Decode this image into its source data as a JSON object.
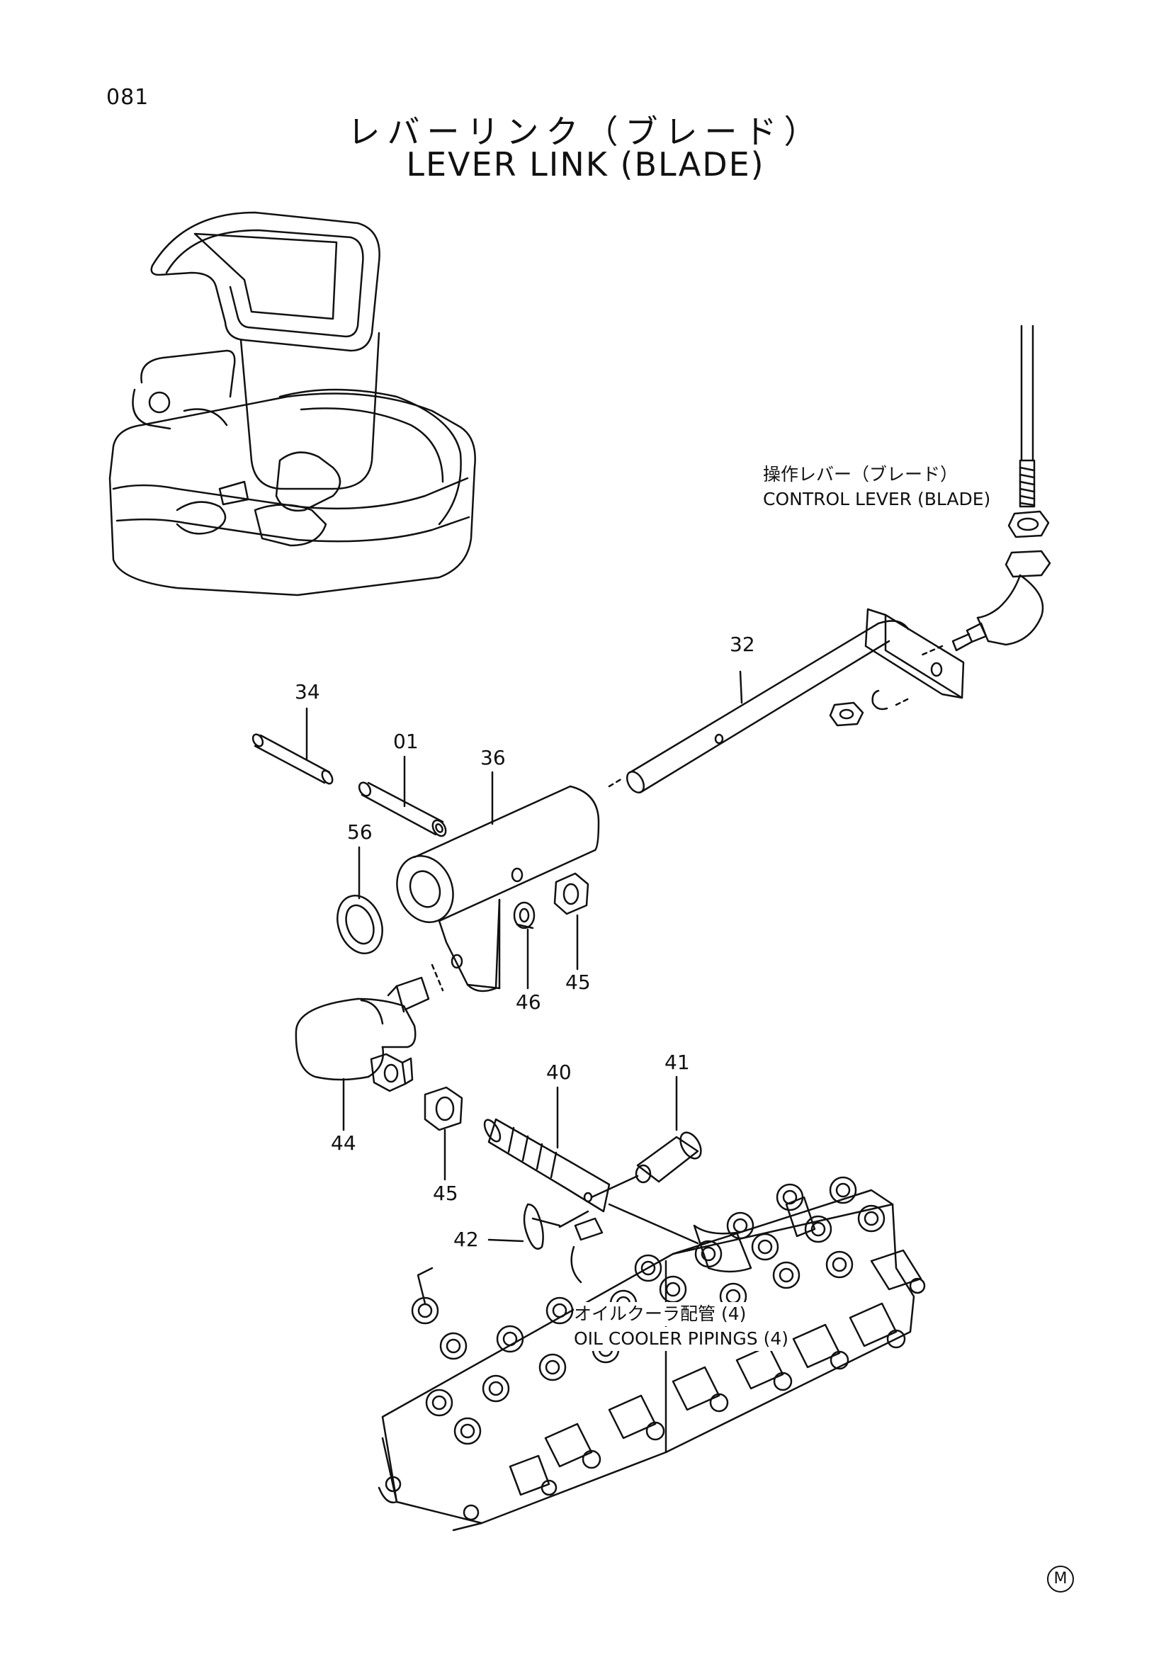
{
  "page_code": "081",
  "title_ja": "レバーリンク（ブレード）",
  "title_en": "LEVER LINK (BLADE)",
  "references": [
    {
      "id": "32"
    },
    {
      "id": "34"
    },
    {
      "id": "01"
    },
    {
      "id": "36"
    },
    {
      "id": "56"
    },
    {
      "id": "46"
    },
    {
      "id": "45"
    },
    {
      "id": "44"
    },
    {
      "id": "45"
    },
    {
      "id": "40"
    },
    {
      "id": "41"
    },
    {
      "id": "42"
    }
  ],
  "callouts": {
    "control_lever_ja": "操作レバー（ブレード）",
    "control_lever_en": "CONTROL LEVER (BLADE)",
    "oil_cooler_ja": "オイルクーラ配管 (4)",
    "oil_cooler_en": "OIL COOLER PIPINGS (4)"
  },
  "mark": "M"
}
